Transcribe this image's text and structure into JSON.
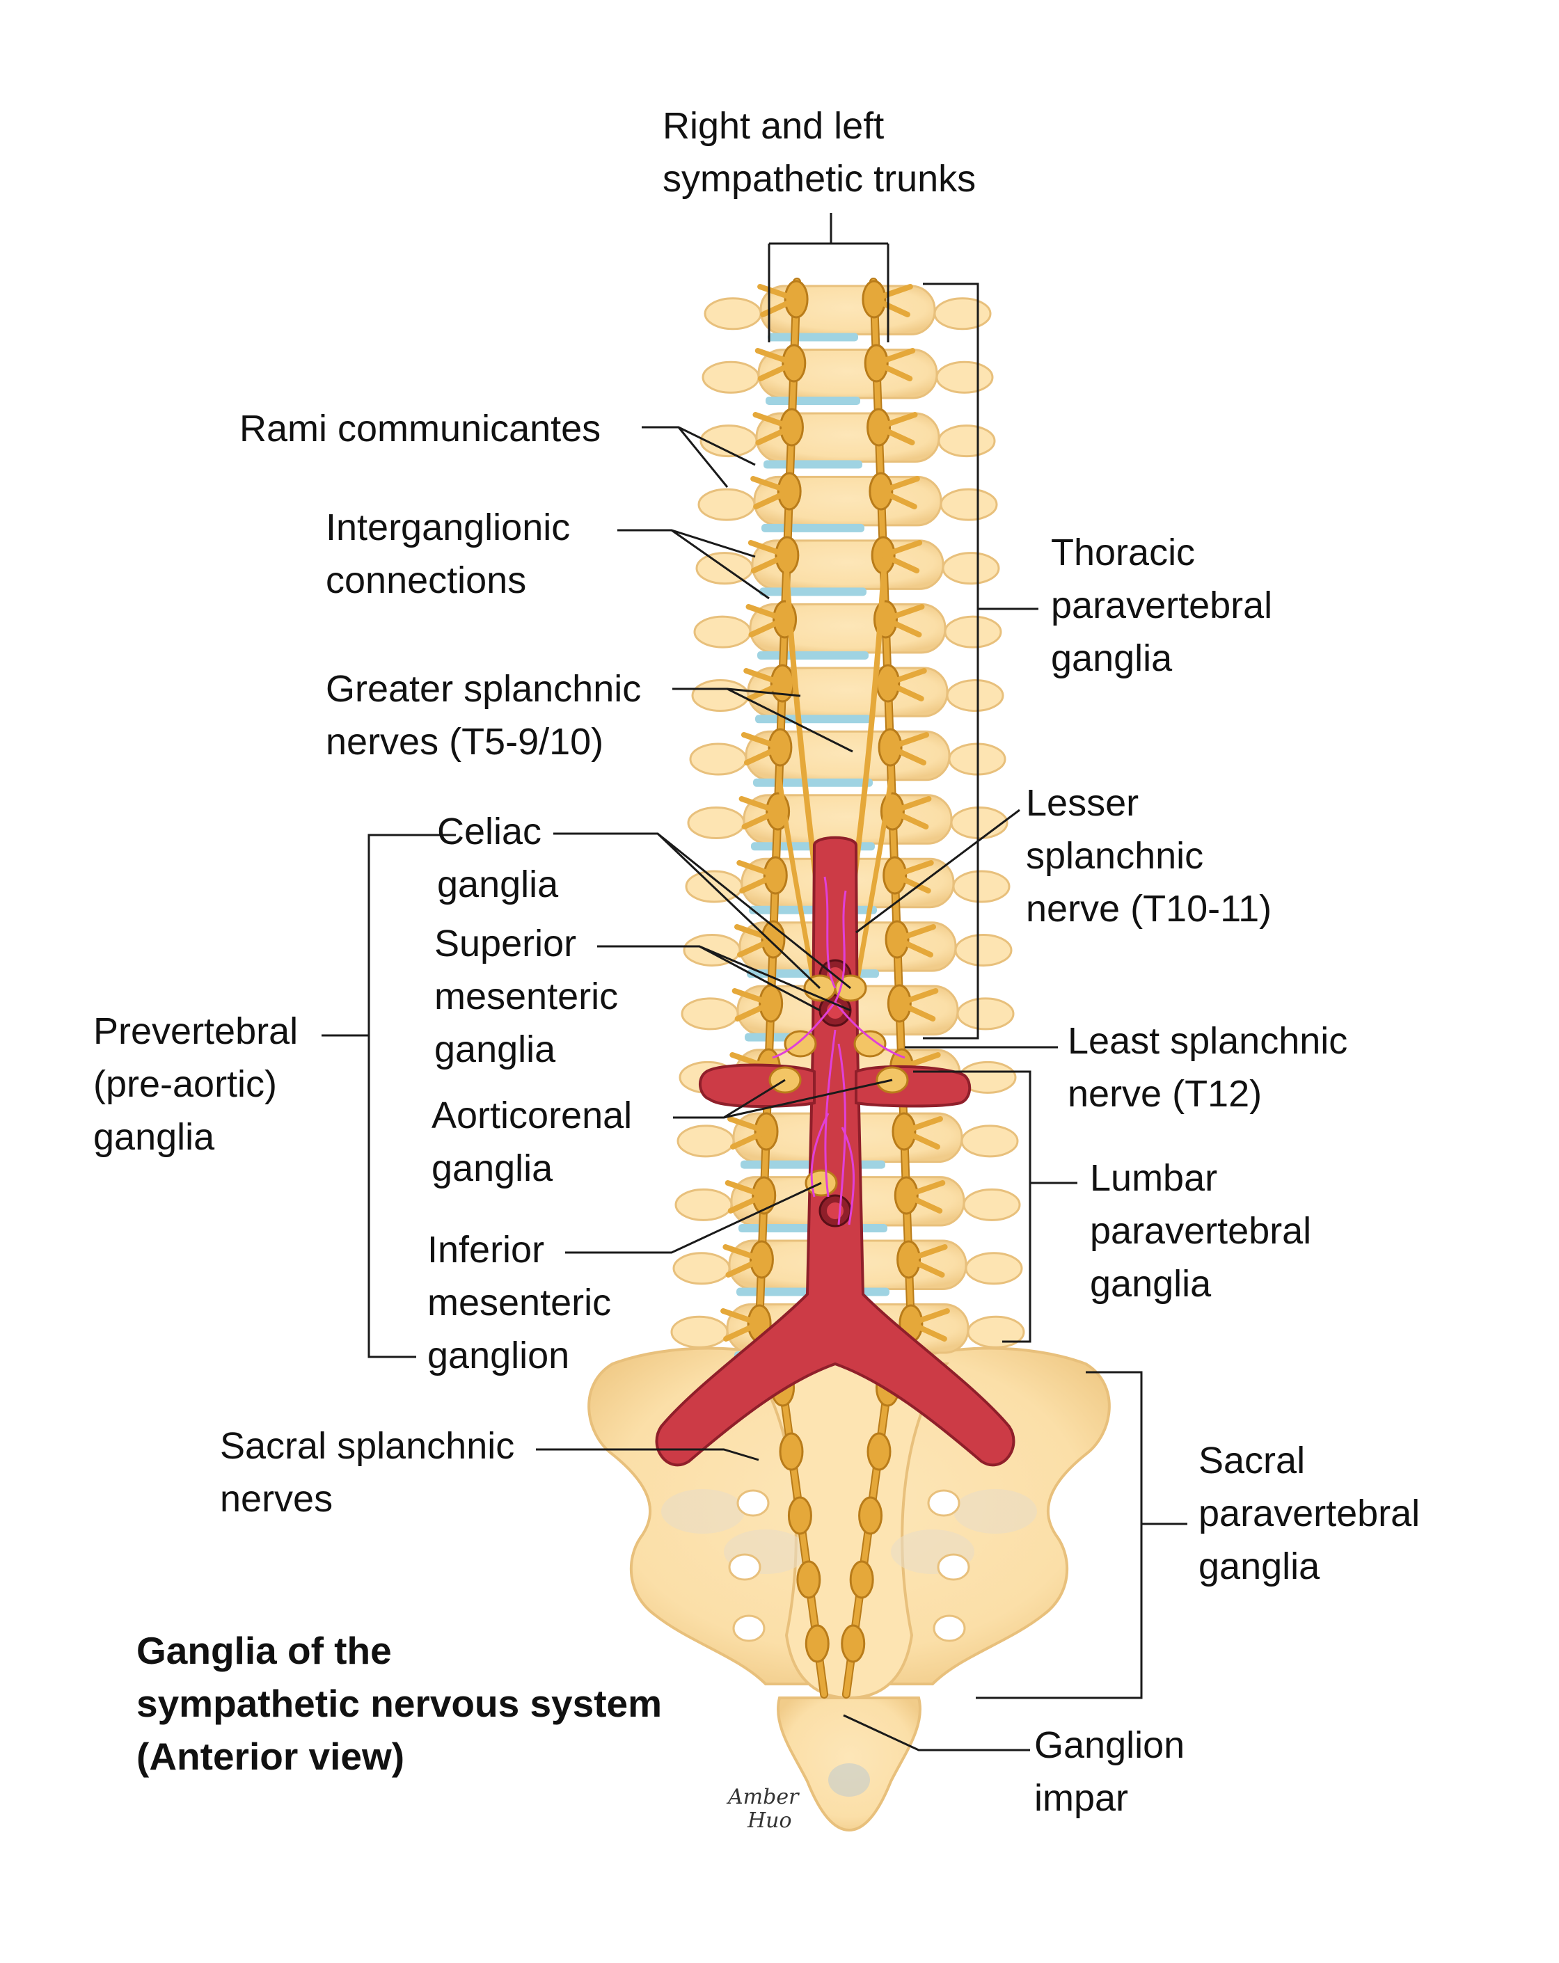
{
  "title": [
    "Ganglia of the",
    "sympathetic nervous system",
    "(Anterior view)"
  ],
  "labels": {
    "sympathetic_trunks": [
      "Right and left",
      "sympathetic trunks"
    ],
    "rami_communicantes": [
      "Rami communicantes"
    ],
    "interganglionic_connections": [
      "Interganglionic",
      "connections"
    ],
    "greater_splanchnic": [
      "Greater splanchnic",
      "nerves (T5-9/10)"
    ],
    "celiac_ganglia": [
      "Celiac",
      "ganglia"
    ],
    "superior_mesenteric": [
      "Superior",
      "mesenteric",
      "ganglia"
    ],
    "prevertebral": [
      "Prevertebral",
      "(pre-aortic)",
      "ganglia"
    ],
    "aorticorenal": [
      "Aorticorenal",
      "ganglia"
    ],
    "inferior_mesenteric": [
      "Inferior",
      "mesenteric",
      "ganglion"
    ],
    "sacral_splanchnic": [
      "Sacral splanchnic",
      "nerves"
    ],
    "thoracic_paravertebral": [
      "Thoracic",
      "paravertebral",
      "ganglia"
    ],
    "lesser_splanchnic": [
      "Lesser",
      "splanchnic",
      "nerve (T10-11)"
    ],
    "least_splanchnic": [
      "Least splanchnic",
      "nerve (T12)"
    ],
    "lumbar_paravertebral": [
      "Lumbar",
      "paravertebral",
      "ganglia"
    ],
    "sacral_paravertebral": [
      "Sacral",
      "paravertebral",
      "ganglia"
    ],
    "ganglion_impar": [
      "Ganglion",
      "impar"
    ]
  },
  "signature": [
    "Amber",
    "Huo"
  ],
  "colors": {
    "bone": "#fbdfa8",
    "bone_edge": "#e8c07c",
    "disc": "#9fd3e2",
    "nerve": "#e5a83a",
    "nerve_edge": "#b97c1a",
    "aorta": "#cc3b46",
    "aorta_dark": "#8f1f2a",
    "plexus": "#e040d8",
    "leader": "#1a1a1a"
  }
}
